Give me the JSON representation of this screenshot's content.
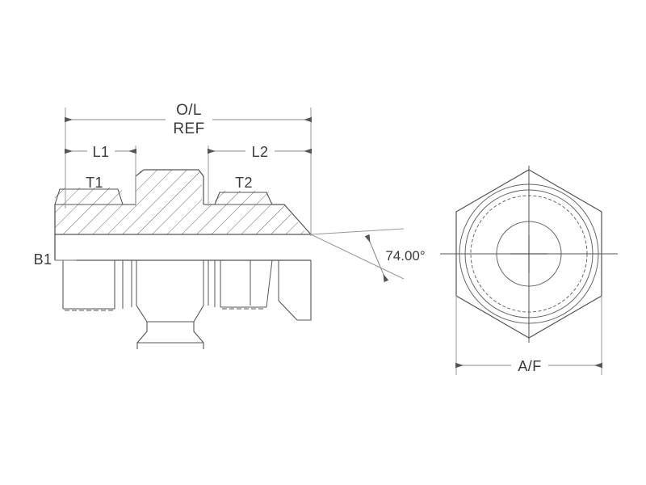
{
  "drawing": {
    "type": "engineering-technical-drawing",
    "subject": "male-jic-to-male-thread-hydraulic-adapter-fitting",
    "background_color": "#ffffff",
    "line_color": "#555555",
    "text_color": "#3a3a3a",
    "views": {
      "side": {
        "name": "side-sectional-view",
        "description": "half-section elevation of adapter body"
      },
      "end": {
        "name": "end-view",
        "description": "hexagon across-flats end view with concentric circles"
      }
    },
    "dimensions": {
      "overall_length": {
        "label": "O/L",
        "qualifier": "REF",
        "name": "overall-length-dimension"
      },
      "length_1": {
        "label": "L1",
        "name": "l1-dimension"
      },
      "length_2": {
        "label": "L2",
        "name": "l2-dimension"
      },
      "thread_1": {
        "label": "T1",
        "name": "t1-thread-label"
      },
      "thread_2": {
        "label": "T2",
        "name": "t2-thread-label"
      },
      "bore_1": {
        "label": "B1",
        "name": "b1-bore-label"
      },
      "across_flats": {
        "label": "A/F",
        "name": "across-flats-dimension"
      },
      "seat_angle": {
        "label": "74.00°",
        "value": 74.0,
        "unit": "degrees",
        "name": "seat-angle-dimension"
      }
    }
  }
}
